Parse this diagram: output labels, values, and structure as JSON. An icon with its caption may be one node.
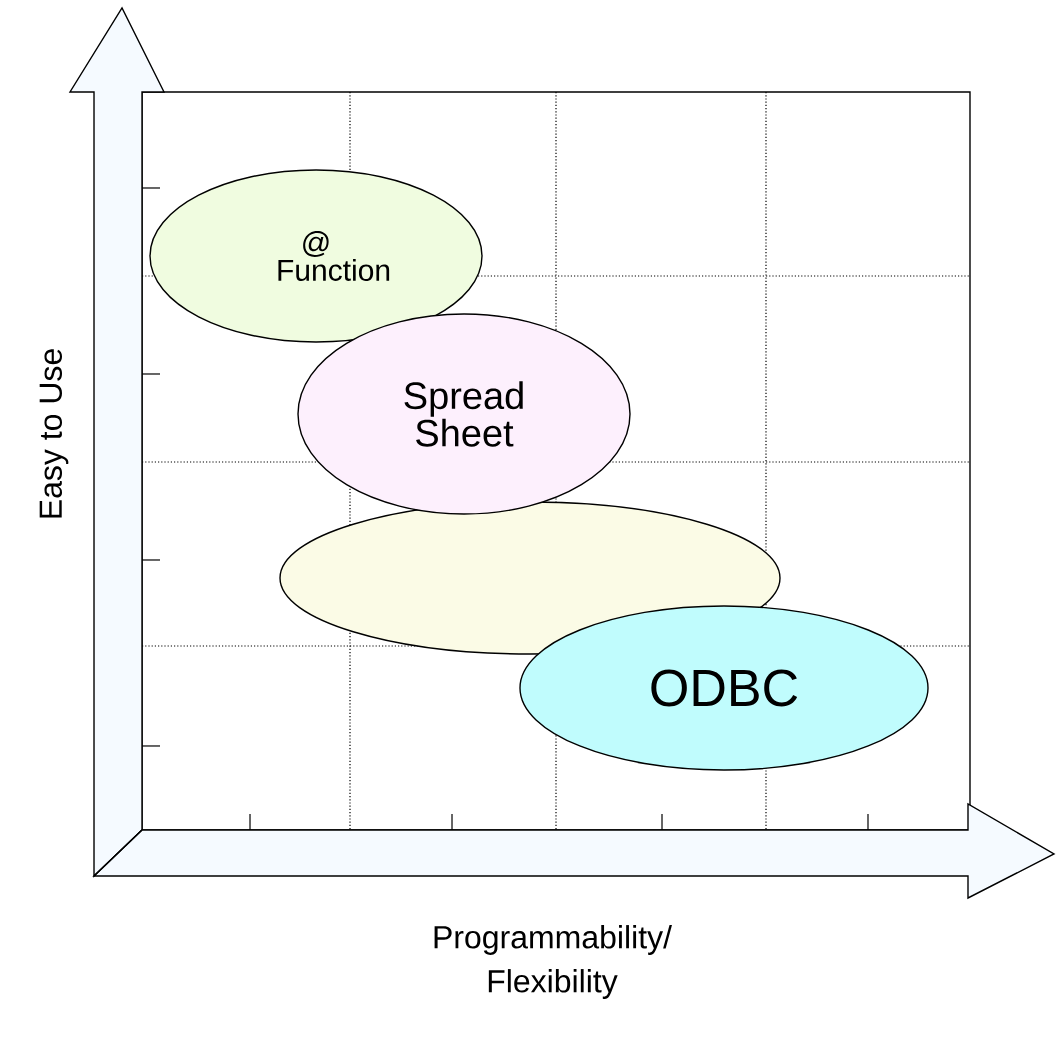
{
  "diagram": {
    "nodes": [
      {
        "text": [
          "@ Function"
        ]
      },
      {
        "text": [
          "Spread Sheet"
        ]
      },
      {
        "text": [],
        "shape": "ellipse"
      },
      {
        "text": [
          "ODBC"
        ]
      }
    ],
    "labels": [
      "Easy to Use",
      "Programmability/ Flexibility"
    ]
  }
}
